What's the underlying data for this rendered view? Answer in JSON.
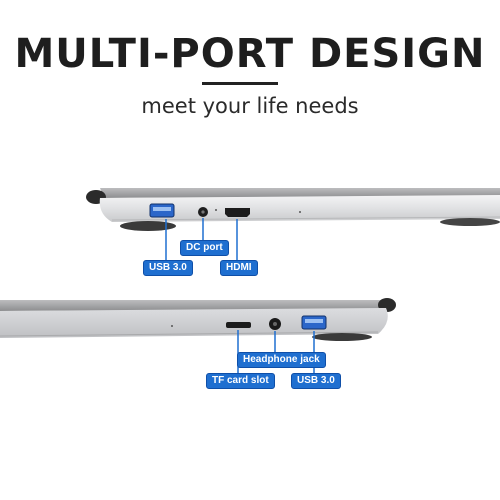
{
  "title": "MULTI-PORT DESIGN",
  "subtitle": "meet your life needs",
  "laptop_top": {
    "ports": [
      {
        "id": "usb",
        "label": "USB 3.0"
      },
      {
        "id": "dc",
        "label": "DC port"
      },
      {
        "id": "hdmi",
        "label": "HDMI"
      }
    ]
  },
  "laptop_bottom": {
    "ports": [
      {
        "id": "tf",
        "label": "TF card slot"
      },
      {
        "id": "headphone",
        "label": "Headphone jack"
      },
      {
        "id": "usb",
        "label": "USB 3.0"
      }
    ]
  },
  "colors": {
    "label_bg": "#1f6fd0",
    "body_silver": "#d9dadc",
    "dark_edge": "#2a2a2a",
    "port_blue": "#2b66c9"
  }
}
